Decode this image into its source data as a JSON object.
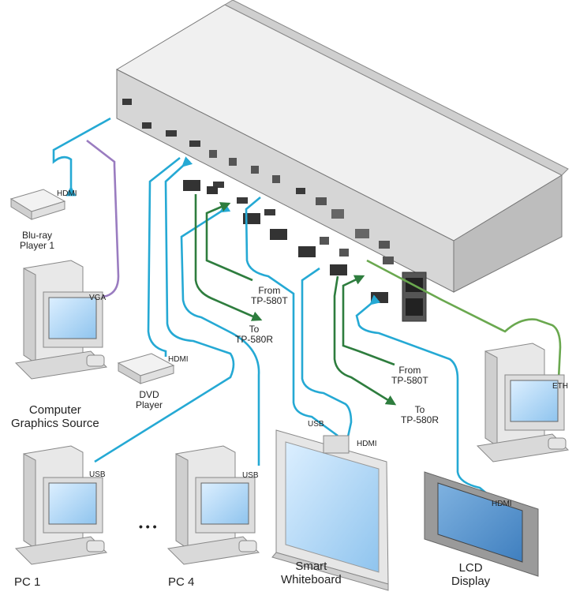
{
  "cable_labels": {
    "hdmi_bluray": "HDMI",
    "vga": "VGA",
    "hdmi_dvd": "HDMI",
    "usb_pc1": "USB",
    "usb_pc4": "USB",
    "usb_whiteboard": "USB",
    "hdmi_whiteboard": "HDMI",
    "hdmi_lcd": "HDMI",
    "eth": "ETH"
  },
  "devices": {
    "bluray": "Blu-ray\nPlayer 1",
    "dvd": "DVD\nPlayer",
    "computer": "Computer\nGraphics Source",
    "pc1": "PC 1",
    "pc4": "PC 4",
    "ellipsis": "• • •",
    "whiteboard": "Smart\nWhiteboard",
    "lcd": "LCD\nDisplay"
  },
  "extenders": {
    "from_tp580t_1": "From\nTP-580T",
    "to_tp580r_1": "To\nTP-580R",
    "from_tp580t_2": "From\nTP-580T",
    "to_tp580r_2": "To\nTP-580R"
  },
  "colors": {
    "hdmi_cable": "#25a9d4",
    "vga_cable": "#9a7cc0",
    "tp_cable": "#2e7d3e",
    "eth_cable": "#6aa84f",
    "chassis": "#e6e6e6"
  }
}
